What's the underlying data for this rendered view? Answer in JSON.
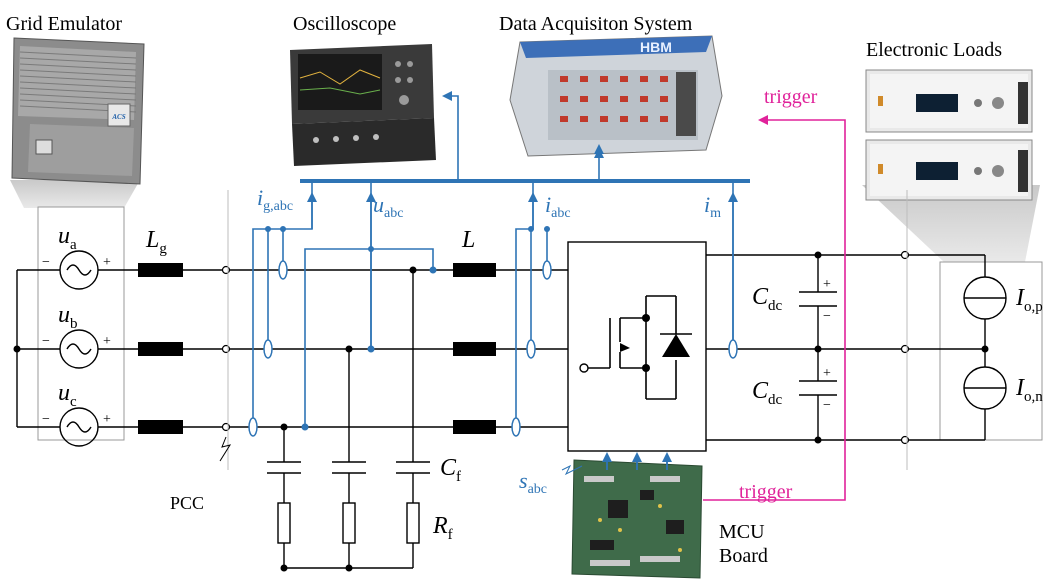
{
  "devices": {
    "grid_emulator": "Grid Emulator",
    "oscilloscope": "Oscilloscope",
    "daq": "Data Acquisiton System",
    "electronic_loads": "Electronic Loads",
    "mcu_line1": "MCU",
    "mcu_line2": "Board",
    "acs_logo": "ACS",
    "hbm_logo": "HBM"
  },
  "signals": {
    "trigger_top": "trigger",
    "trigger_bottom": "trigger",
    "i_g_base": "i",
    "i_g_sub": "g,abc",
    "u_abc_base": "u",
    "u_abc_sub": "abc",
    "i_abc_base": "i",
    "i_abc_sub": "abc",
    "i_m_base": "i",
    "i_m_sub": "m",
    "s_abc_base": "s",
    "s_abc_sub": "abc"
  },
  "components": {
    "ua_base": "u",
    "ua_sub": "a",
    "ub_base": "u",
    "ub_sub": "b",
    "uc_base": "u",
    "uc_sub": "c",
    "Lg_base": "L",
    "Lg_sub": "g",
    "L_base": "L",
    "Cf_base": "C",
    "Cf_sub": "f",
    "Rf_base": "R",
    "Rf_sub": "f",
    "Cdc1_base": "C",
    "Cdc1_sub": "dc",
    "Cdc2_base": "C",
    "Cdc2_sub": "dc",
    "Iop_base": "I",
    "Iop_sub": "o,p",
    "Ion_base": "I",
    "Ion_sub": "o,n",
    "pcc": "PCC",
    "plus": "+",
    "minus": "−"
  },
  "colors": {
    "measurement": "#2e74b5",
    "trigger": "#e0229a",
    "circuit": "#000000"
  }
}
